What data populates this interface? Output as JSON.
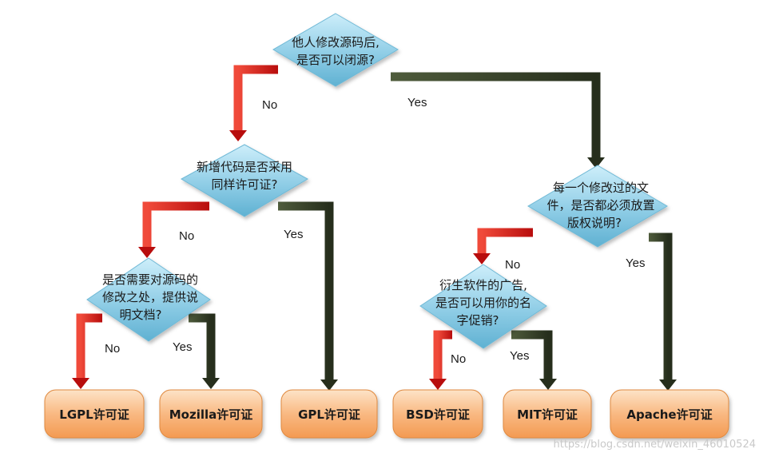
{
  "colors": {
    "no_arrow": "#d21414",
    "yes_arrow": "#2f3a24",
    "question_fill": "#9fd4ea",
    "license_fill": "#f5b47a"
  },
  "questions": {
    "q1": {
      "line1": "他人修改源码后,",
      "line2": "是否可以闭源?"
    },
    "q2": {
      "line1": "新增代码是否采用",
      "line2": "同样许可证?"
    },
    "q3": {
      "line1": "是否需要对源码的",
      "line2": "修改之处，提供说",
      "line3": "明文档?"
    },
    "q4": {
      "line1": "每一个修改过的文",
      "line2": "件，是否都必须放置",
      "line3": "版权说明?"
    },
    "q5": {
      "line1": "衍生软件的广告,",
      "line2": "是否可以用你的名",
      "line3": "字促销?"
    }
  },
  "edges": {
    "q1_no": "No",
    "q1_yes": "Yes",
    "q2_no": "No",
    "q2_yes": "Yes",
    "q3_no": "No",
    "q3_yes": "Yes",
    "q4_no": "No",
    "q4_yes": "Yes",
    "q5_no": "No",
    "q5_yes": "Yes"
  },
  "licenses": {
    "lgpl": "LGPL许可证",
    "mozilla": "Mozilla许可证",
    "gpl": "GPL许可证",
    "bsd": "BSD许可证",
    "mit": "MIT许可证",
    "apache": "Apache许可证"
  },
  "watermark": "https://blog.csdn.net/weixin_46010524"
}
